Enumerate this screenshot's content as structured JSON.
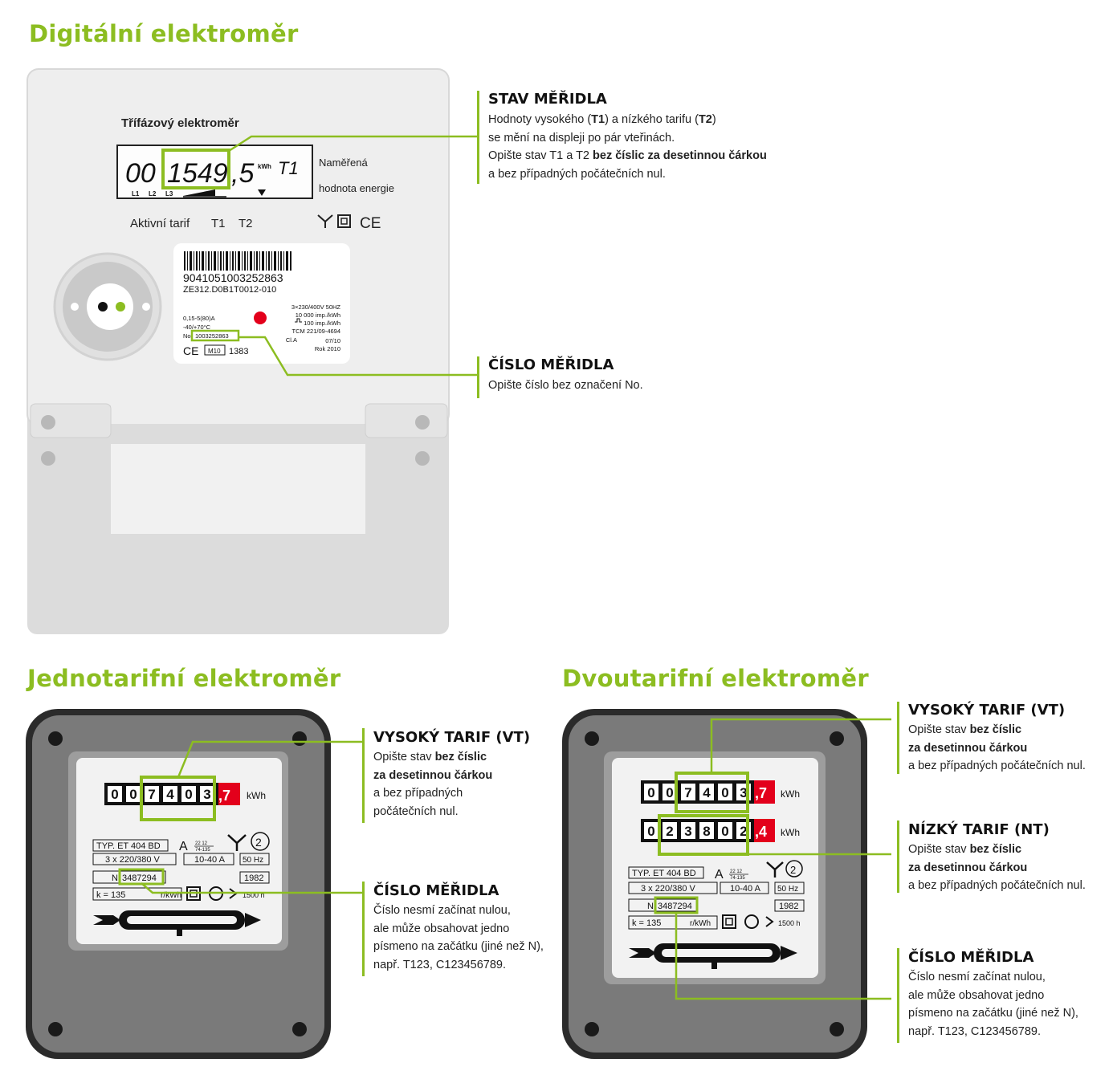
{
  "sections": {
    "digital_title": "Digitální elektroměr",
    "single_title": "Jednotarifní elektroměr",
    "dual_title": "Dvoutarifní elektroměr"
  },
  "digital": {
    "panel_title": "Třífázový elektroměr",
    "lcd": {
      "digits_prefix": "00",
      "digits_main": "1549",
      "decimal": ",5",
      "unit": "kWh",
      "tariff": "T1",
      "phase_labels": [
        "L1",
        "L2",
        "L3"
      ]
    },
    "side_label_1": "Naměřená",
    "side_label_2": "hodnota energie",
    "active_tariff": "Aktivní tarif",
    "tariff_t1": "T1",
    "tariff_t2": "T2",
    "ce_mark": "CE",
    "plate": {
      "barcode_number": "9041051003252863",
      "model": "ZE312.D0B1T0012-010",
      "current": "0,15-5(80)A",
      "temperature": "-40/+70°C",
      "no_label": "No",
      "serial": "1003252863",
      "ce": "CE",
      "m10": "M10",
      "cert_no": "1383",
      "spec_lines": [
        "3×230/400V  50HZ",
        "10 000 imp./kWh",
        "100 imp./kWh",
        "TCM 221/09-4694",
        "Cl.A",
        "07/10",
        "Rok 2010"
      ]
    }
  },
  "annotations": {
    "stav": {
      "heading": "STAV MĚŘIDLA",
      "line1_a": "Hodnoty vysokého (",
      "line1_b": "T1",
      "line1_c": ") a nízkého tarifu (",
      "line1_d": "T2",
      "line1_e": ")",
      "line2": "se mění na displeji po pár vteřinách.",
      "line3_a": "Opište stav T1 a T2 ",
      "line3_b": "bez číslic za desetinnou čárkou",
      "line4": "a bez případných počátečních nul."
    },
    "cislo_digital": {
      "heading": "ČÍSLO MĚŘIDLA",
      "text": "Opište číslo bez označení No."
    },
    "single_vt": {
      "heading": "VYSOKÝ TARIF (VT)",
      "l1_a": "Opište stav ",
      "l1_b": "bez číslic",
      "l2": "za desetinnou čárkou",
      "l3": "a bez případných",
      "l4": "počátečních nul."
    },
    "single_cislo": {
      "heading": "ČÍSLO MĚŘIDLA",
      "l1": "Číslo nesmí začínat nulou,",
      "l2": "ale může obsahovat jedno",
      "l3": "písmeno na začátku (jiné než N),",
      "l4": "např. T123, C123456789."
    },
    "dual_vt": {
      "heading": "VYSOKÝ TARIF (VT)",
      "l1_a": "Opište stav ",
      "l1_b": "bez číslic",
      "l2": "za desetinnou čárkou",
      "l3": "a bez případných počátečních nul."
    },
    "dual_nt": {
      "heading": "NÍZKÝ TARIF (NT)",
      "l1_a": "Opište stav ",
      "l1_b": "bez číslic",
      "l2": "za desetinnou čárkou",
      "l3": "a bez případných počátečních nul."
    },
    "dual_cislo": {
      "heading": "ČÍSLO MĚŘIDLA",
      "l1": "Číslo nesmí začínat nulou,",
      "l2": "ale může obsahovat jedno",
      "l3": "písmeno na začátku (jiné než N),",
      "l4": "např. T123, C123456789."
    }
  },
  "mech": {
    "single": {
      "digits": [
        "0",
        "0",
        "7",
        "4",
        "0",
        "3"
      ],
      "decimal": ",7",
      "unit": "kWh",
      "typ": "TYP. ET 404 BD",
      "a_label": "A",
      "a_frac_top": "22  12",
      "a_frac_bot": "74-135",
      "circle_num": "2",
      "voltage": "3 x 220/380 V",
      "current": "10-40 A",
      "freq": "50 Hz",
      "n_label": "N",
      "serial": "3487294",
      "year": "1982",
      "k_label": "k = 135",
      "rkwh": "r/kWh",
      "hours": "1500 h"
    },
    "dual": {
      "digits_vt": [
        "0",
        "0",
        "7",
        "4",
        "0",
        "3"
      ],
      "decimal_vt": ",7",
      "digits_nt": [
        "0",
        "2",
        "3",
        "8",
        "0",
        "2"
      ],
      "decimal_nt": ",4",
      "unit": "kWh",
      "typ": "TYP. ET 404 BD",
      "a_label": "A",
      "a_frac_top": "22  12",
      "a_frac_bot": "74-135",
      "circle_num": "2",
      "voltage": "3 x 220/380 V",
      "current": "10-40 A",
      "freq": "50 Hz",
      "n_label": "N",
      "serial": "3487294",
      "year": "1982",
      "k_label": "k = 135",
      "rkwh": "r/kWh",
      "hours": "1500 h"
    }
  },
  "colors": {
    "accent_green": "#8cbd21",
    "red": "#e3001b",
    "dark_case": "#2b2b2b"
  }
}
